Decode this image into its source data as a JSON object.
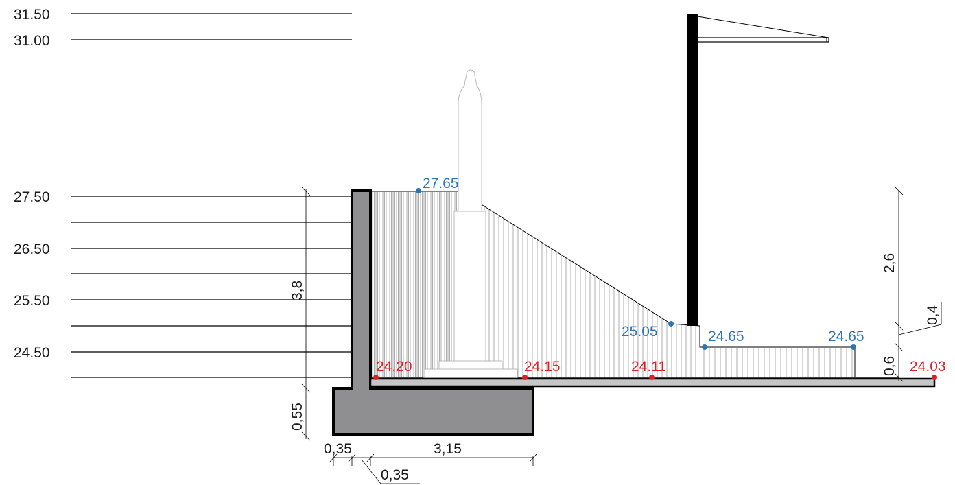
{
  "colors": {
    "line": "#000000",
    "concrete_fill": "#8f8f91",
    "slab_fill": "#c6c6c6",
    "hatch": "#8a8a8a",
    "blue": "#2e75b6",
    "red": "#e41e26"
  },
  "level_labels": [
    "31.50",
    "31.00",
    "27.50",
    "26.50",
    "25.50",
    "24.50"
  ],
  "blue_points": [
    "27.65",
    "25.05",
    "24.65",
    "24.65"
  ],
  "red_points": [
    "24.20",
    "24.15",
    "24.11",
    "24.03"
  ],
  "dimensions": {
    "wall_height": "3,8",
    "footing_thickness": "0,55",
    "wall_thickness": "0,35",
    "heel_width": "3,15",
    "toe_offset": "0,35",
    "upper_height": "2,6",
    "step_height": "0,4",
    "lower_height": "0,6"
  }
}
